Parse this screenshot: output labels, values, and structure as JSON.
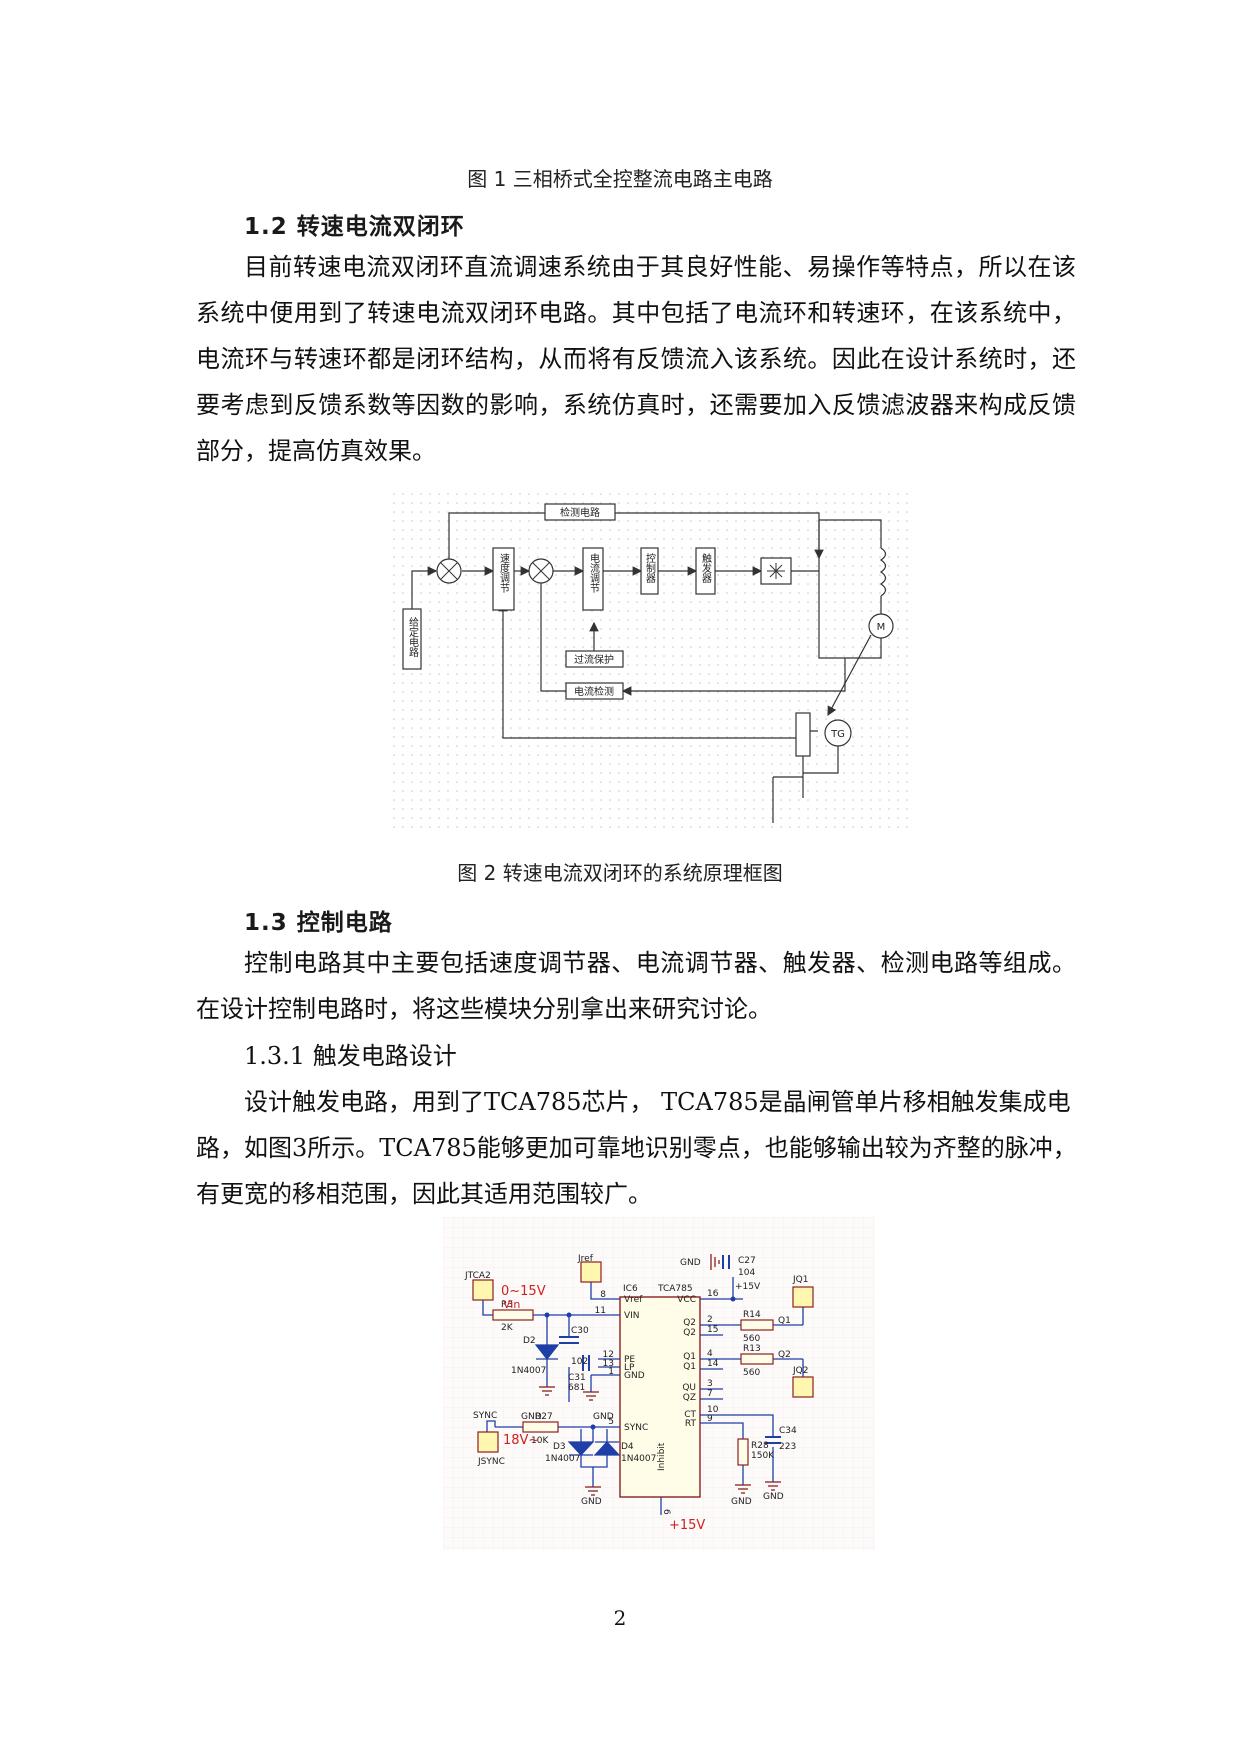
{
  "fig1_caption": "图 1 三相桥式全控整流电路主电路",
  "sec12_heading": "1.2 转速电流双闭环",
  "sec12_para": "目前转速电流双闭环直流调速系统由于其良好性能、易操作等特点，所以在该系统中便用到了转速电流双闭环电路。其中包括了电流环和转速环，在该系统中，电流环与转速环都是闭环结构，从而将有反馈流入该系统。因此在设计系统时，还要考虑到反馈系数等因数的影响，系统仿真时，还需要加入反馈滤波器来构成反馈部分，提高仿真效果。",
  "fig2": {
    "labels": {
      "detect_top": "检测电路",
      "setpoint": "给定电路",
      "speed_reg": "速度调节",
      "current_reg": "电流调节",
      "controller": "控制器",
      "trigger": "触发器",
      "overcurrent": "过流保护",
      "current_detect": "电流检测",
      "motor": "M",
      "tacho": "TG"
    },
    "caption": "图 2 转速电流双闭环的系统原理框图"
  },
  "sec13_heading": "1.3 控制电路",
  "sec13_para": "控制电路其中主要包括速度调节器、电流调节器、触发器、检测电路等组成。在设计控制电路时，将这些模块分别拿出来研究讨论。",
  "sub131": "1.3.1 触发电路设计",
  "sub131_line1": "设计触发电路，用到了TCA785芯片， TCA785是晶闸管单片移相触发集成电",
  "sub131_line2": "路，如图3所示。TCA785能够更加可靠地识别零点，也能够输出较为齐整的脉冲，",
  "sub131_line3": "有更宽的移相范围，因此其适用范围较广。",
  "fig3": {
    "ic_ref": "IC6",
    "ic_name": "TCA785",
    "pins_left": [
      "Vref",
      "VIN",
      "PE",
      "LP",
      "GND",
      "SYNC"
    ],
    "pins_left_num": [
      "8",
      "11",
      "12",
      "13",
      "1",
      "5"
    ],
    "pins_right": [
      "VCC",
      "Q2",
      "Q2",
      "Q1",
      "Q1",
      "QU",
      "QZ",
      "CT",
      "RT"
    ],
    "pins_right_num": [
      "16",
      "2",
      "15",
      "4",
      "14",
      "3",
      "7",
      "10",
      "9"
    ],
    "inhibit": "Inhibit",
    "inhibit_num": "6",
    "jref": "Jref",
    "jtca2": "JTCA2",
    "range_label": "0~15V",
    "vin_label": "Vin",
    "r3": "R3",
    "r3_val": "2K",
    "d2": "D2",
    "d2_val": "1N4007",
    "c30": "C30",
    "c30_val": "102",
    "c31": "C31",
    "c31_val": "681",
    "r27": "R27",
    "r27_val": "10K",
    "sync": "SYNC",
    "jsync": "JSYNC",
    "sync_v": "18V~",
    "d3": "D3",
    "d3_val": "1N4007",
    "d4": "D4",
    "d4_val": "1N4007",
    "gnd": "GND",
    "c27": "C27",
    "c27_val": "104",
    "vplus": "+15V",
    "jq1": "JQ1",
    "jq2": "JQ2",
    "q1": "Q1",
    "q2": "Q2",
    "r14": "R14",
    "r14_val": "560",
    "r13": "R13",
    "r13_val": "560",
    "r28": "R28",
    "r28_val": "150K",
    "c34": "C34",
    "c34_val": "223",
    "supply_big": "+15V"
  },
  "page_number": "2"
}
